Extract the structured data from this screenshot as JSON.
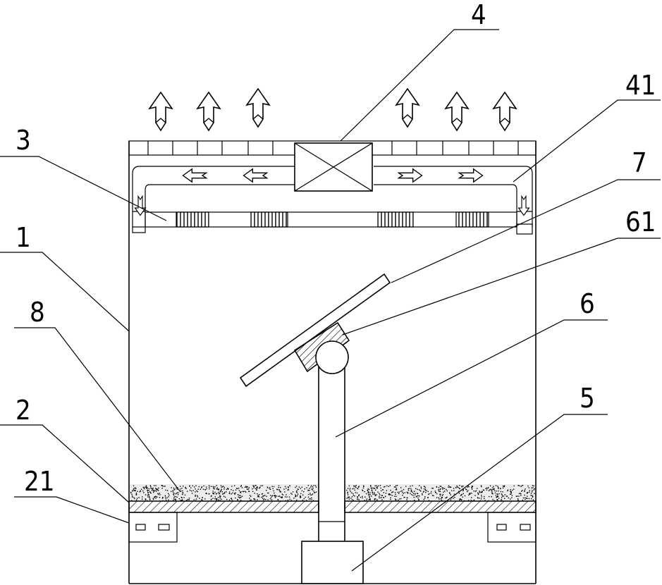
{
  "labels": {
    "l4": "4",
    "l41": "41",
    "l3": "3",
    "l7": "7",
    "l61": "61",
    "l1": "1",
    "l6": "6",
    "l8": "8",
    "l5": "5",
    "l2": "2",
    "l21": "21"
  }
}
